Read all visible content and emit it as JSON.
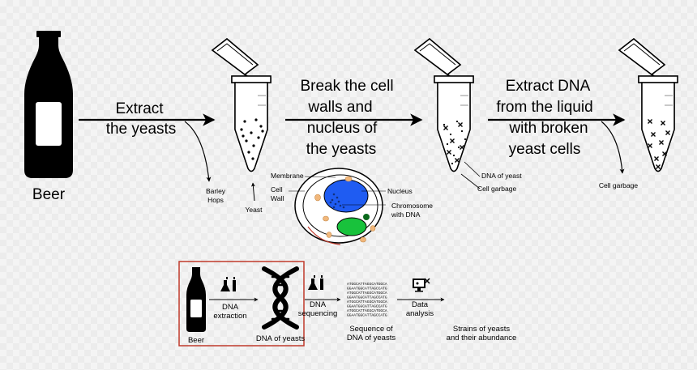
{
  "top": {
    "beer": "Beer",
    "step1": [
      "Extract",
      "the yeasts"
    ],
    "step1_side": [
      "Barley",
      "Hops"
    ],
    "yeast": "Yeast",
    "step2": [
      "Break the cell",
      "walls and",
      "nucleus of",
      "the yeasts"
    ],
    "step3": [
      "Extract DNA",
      "from the liquid",
      "with broken",
      "yeast cells"
    ],
    "dna_of_yeast": "DNA of yeast",
    "cell_garbage": "Cell garbage",
    "cell_garbage_right": "Cell garbage"
  },
  "cell": {
    "membrane": "Membrane",
    "cell_wall": [
      "Cell",
      "Wall"
    ],
    "nucleus": "Nucleus",
    "chromosome": [
      "Chromosome",
      "with DNA"
    ]
  },
  "bottom": {
    "beer": "Beer",
    "dna_extraction": [
      "DNA",
      "extraction"
    ],
    "dna_of_yeasts": "DNA of yeasts",
    "dna_sequencing": [
      "DNA",
      "sequencing"
    ],
    "sequence_lines": [
      "ATGGCATTAGGCATGGCA",
      "GGAATGGCATTAGCCATG",
      "ATGGCATTAGGCATGGCA",
      "GGAATGGCATTAGCCATG",
      "ATGGCATTAGGCATGGCA",
      "GGAATGGCATTAGCCATG",
      "ATGGCATTAGGCATGGCA",
      "GGAATGGCATTAGCCATG"
    ],
    "sequence_caption": [
      "Sequence of",
      "DNA of yeasts"
    ],
    "data_analysis": [
      "Data",
      "analysis"
    ],
    "strains": [
      "Strains of yeasts",
      "and their abundance"
    ]
  },
  "colors": {
    "liquid": "#e6eea8",
    "nucleus": "#1f5cf2",
    "green_organelle": "#18c23c",
    "frame": "#c0392b",
    "organelle": "#f1b77b"
  }
}
